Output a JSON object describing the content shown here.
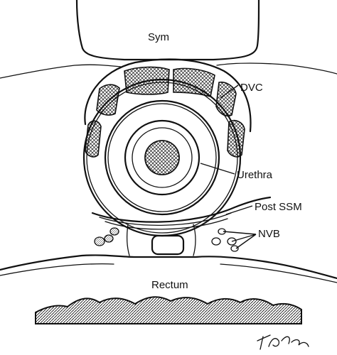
{
  "labels": {
    "sym": "Sym",
    "dvc": "DVC",
    "urethra": "Urethra",
    "post_ssm": "Post SSM",
    "nvb": "NVB",
    "rectum": "Rectum"
  },
  "signature": "T Phelps",
  "colors": {
    "ink": "#111111",
    "background": "#ffffff"
  }
}
